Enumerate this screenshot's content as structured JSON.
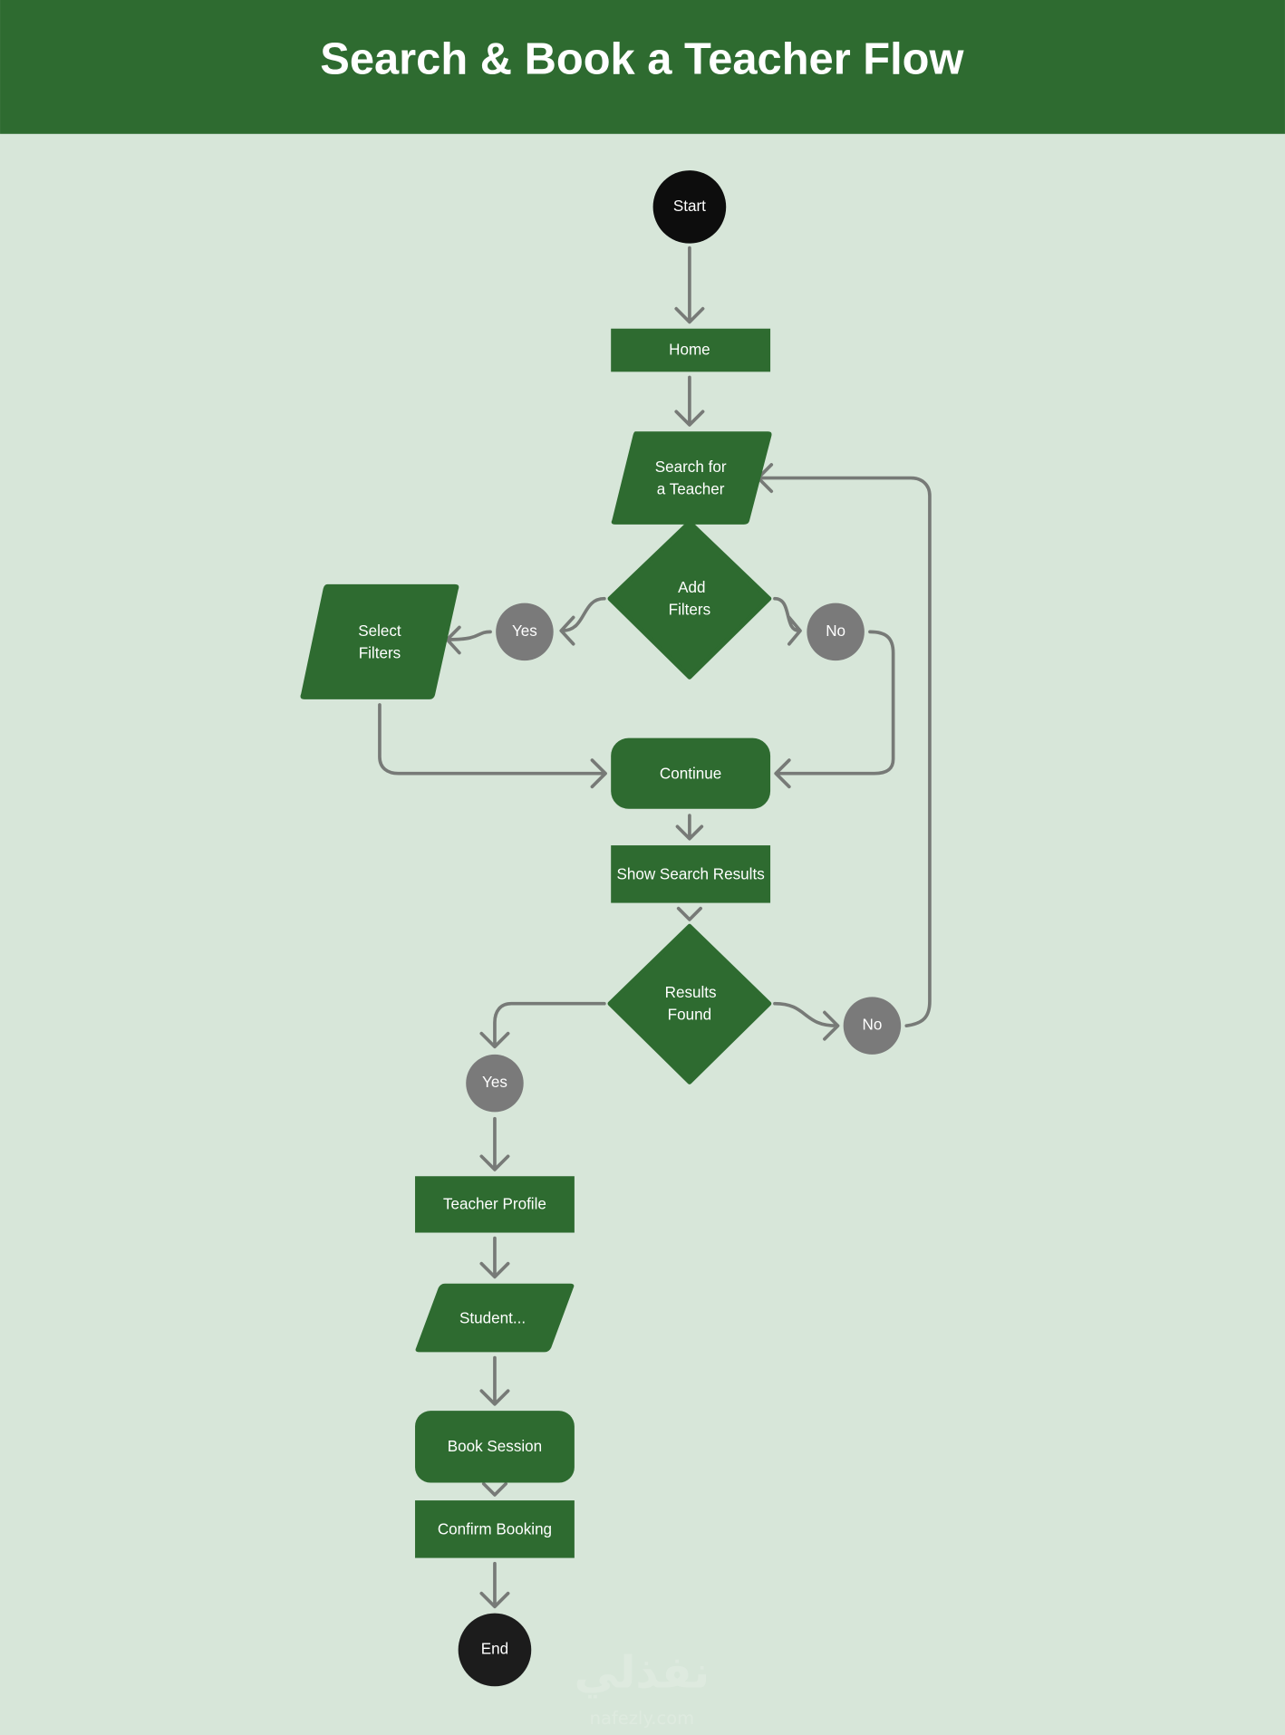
{
  "title": "Search & Book a Teacher Flow",
  "colors": {
    "header": "#2e6b30",
    "background": "#d7e6d9",
    "node": "#2e6b30",
    "label_circle": "#7a7a7a",
    "terminal": "#0d0d0d",
    "edge": "#777a77"
  },
  "nodes": {
    "start": "Start",
    "home": "Home",
    "search_line1": "Search for",
    "search_line2": "a Teacher",
    "add_filters_line1": "Add",
    "add_filters_line2": "Filters",
    "yes1": "Yes",
    "no1": "No",
    "select_filters_line1": "Select",
    "select_filters_line2": "Filters",
    "continue": "Continue",
    "show_results": "Show Search Results",
    "results_found_line1": "Results",
    "results_found_line2": "Found",
    "no2": "No",
    "yes2": "Yes",
    "teacher_profile": "Teacher Profile",
    "student": "Student...",
    "book_session": "Book Session",
    "confirm_booking": "Confirm Booking",
    "end": "End"
  },
  "watermark": {
    "logo": "نفذلي",
    "site": "nafezly.com"
  }
}
